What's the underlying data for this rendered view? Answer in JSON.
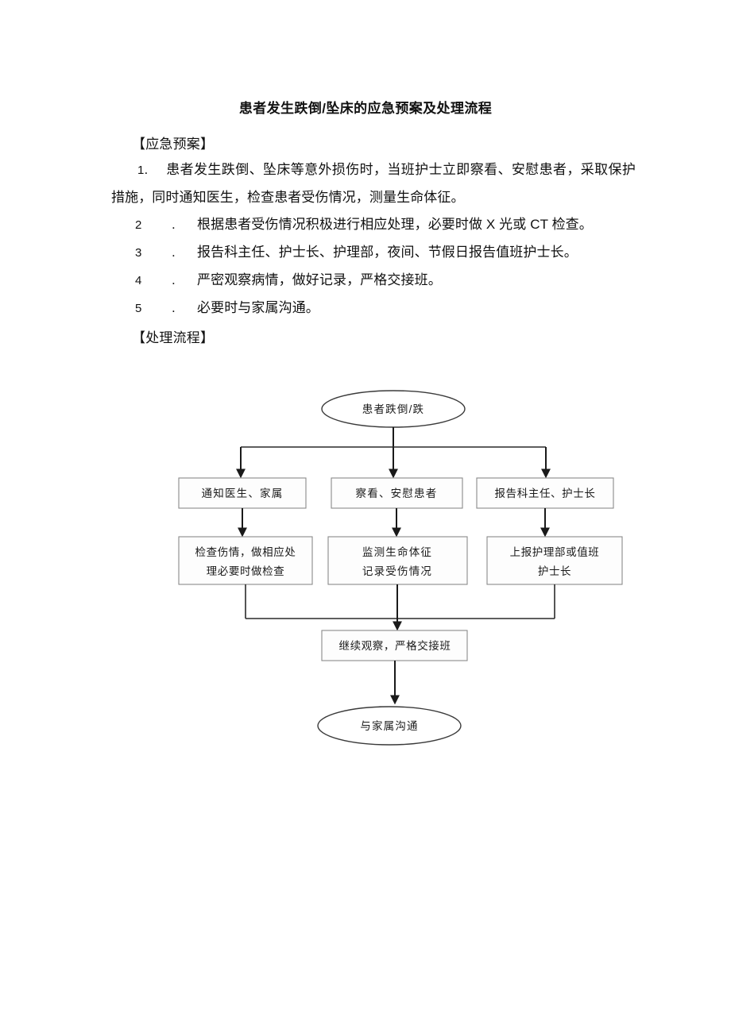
{
  "document": {
    "title": "患者发生跌倒/坠床的应急预案及处理流程",
    "section_plan_heading": "【应急预案】",
    "section_flow_heading": "【处理流程】",
    "plan_items": [
      {
        "number": "1",
        "separator": ".",
        "text": "患者发生跌倒、坠床等意外损伤时，当班护士立即察看、安慰患者，采取保护措施，同时通知医生，检查患者受伤情况，测量生命体征。"
      },
      {
        "number": "2",
        "separator": ".",
        "text": "根据患者受伤情况积极进行相应处理，必要时做 X 光或 CT 检查。"
      },
      {
        "number": "3",
        "separator": ".",
        "text": "报告科主任、护士长、护理部，夜间、节假日报告值班护士长。"
      },
      {
        "number": "4",
        "separator": ".",
        "text": "严密观察病情，做好记录，严格交接班。"
      },
      {
        "number": "5",
        "separator": ".",
        "text": "必要时与家属沟通。"
      }
    ]
  },
  "flowchart": {
    "start_node": "患者跌倒/跌",
    "row1": [
      "通知医生、家属",
      "察看、安慰患者",
      "报告科主任、护士长"
    ],
    "row2": [
      {
        "line1": "检查伤情，做相应处",
        "line2": "理必要时做检查"
      },
      {
        "line1": "监测生命体征",
        "line2": "记录受伤情况"
      },
      {
        "line1": "上报护理部或值班",
        "line2": "护士长"
      }
    ],
    "merge_node": "继续观察，严格交接班",
    "end_node": "与家属沟通"
  },
  "colors": {
    "page_background": "#ffffff",
    "text": "#111111",
    "box_border": "#8a8a8a",
    "oval_border": "#3a3a3a",
    "connector": "#1a1a1a"
  }
}
